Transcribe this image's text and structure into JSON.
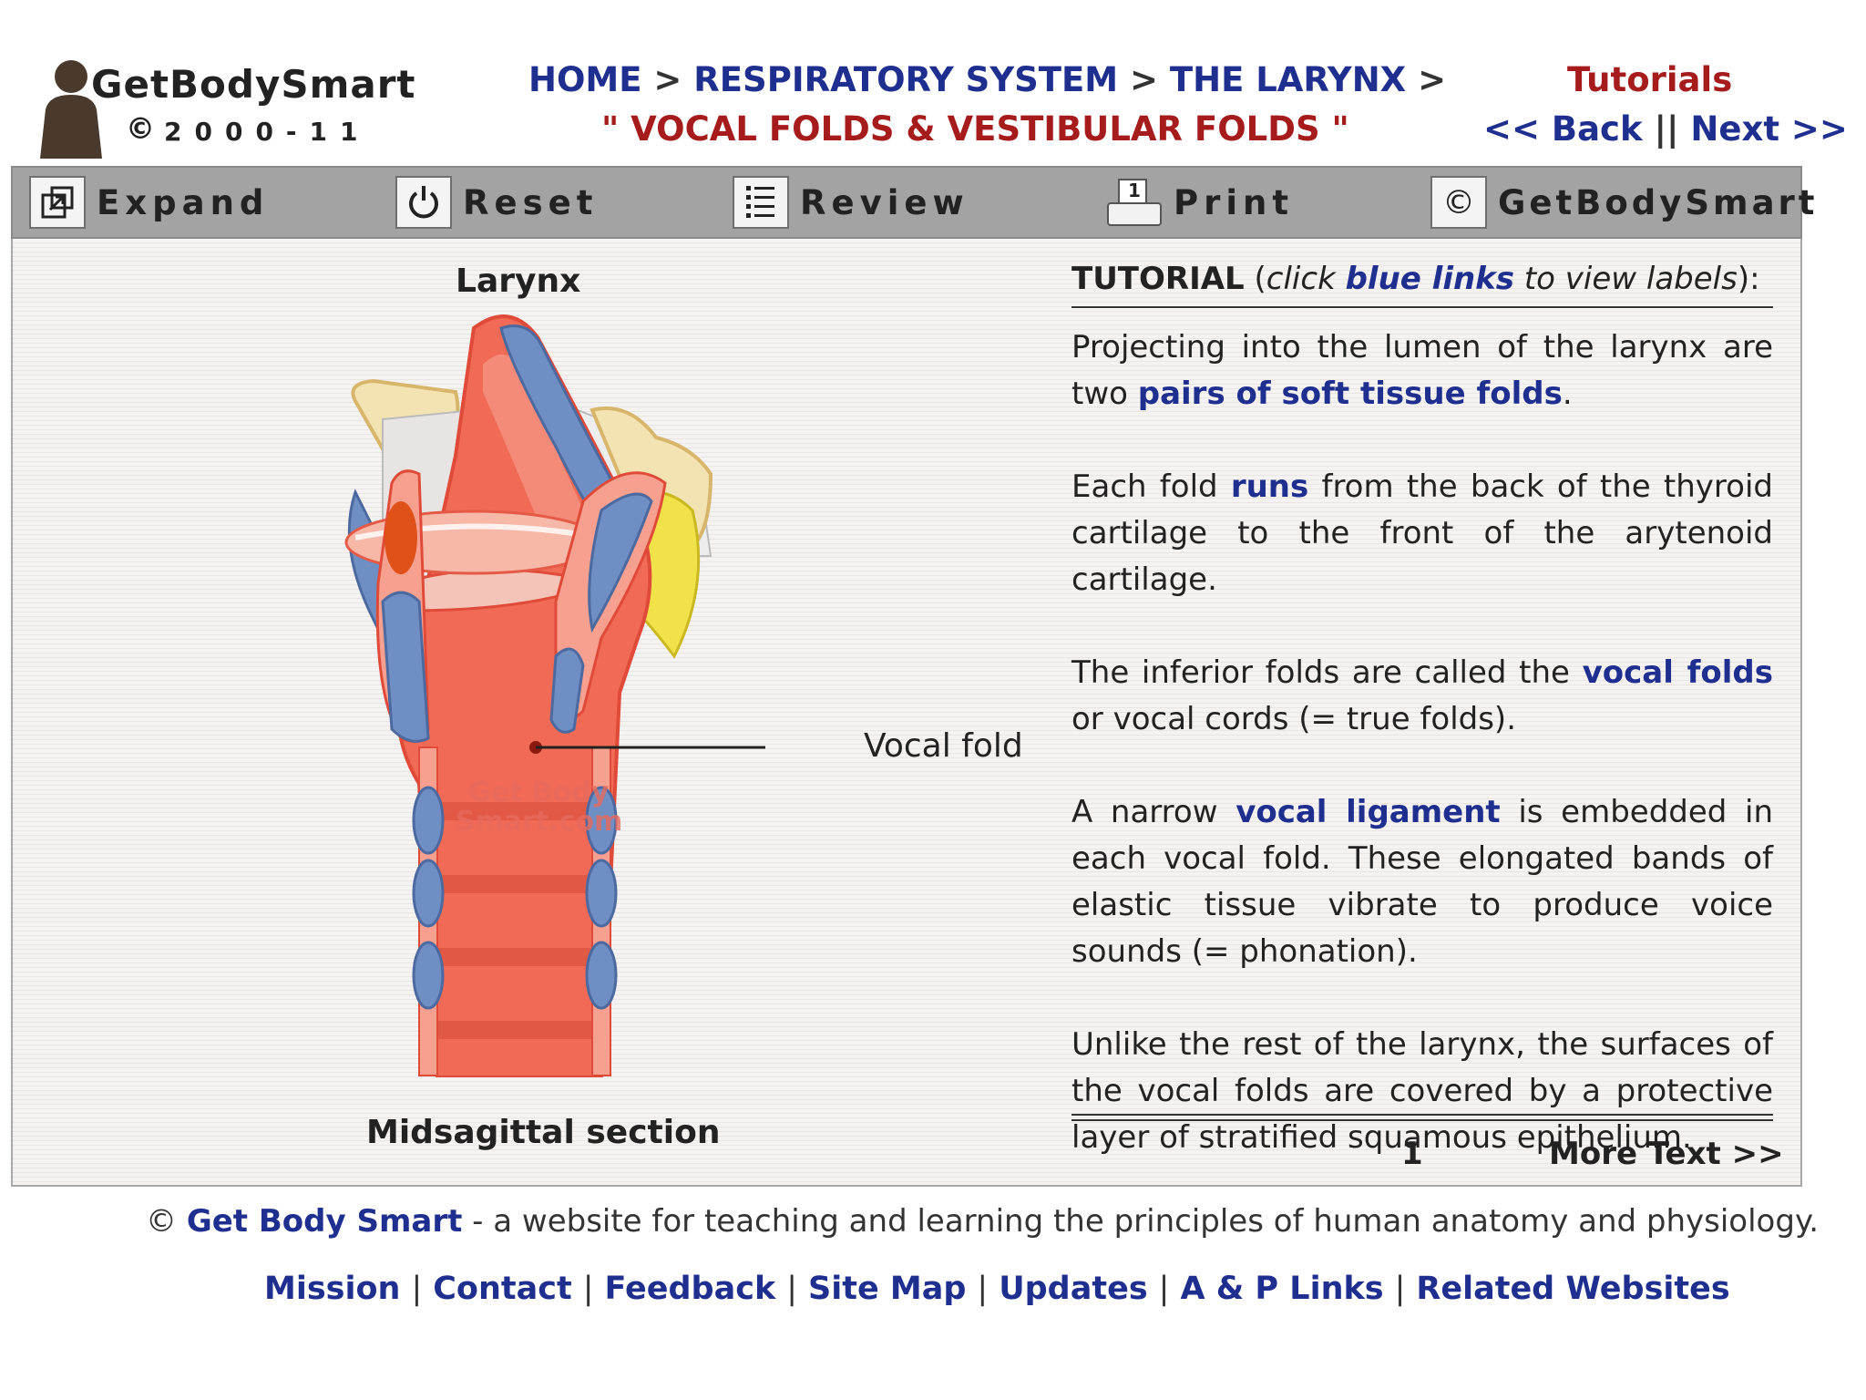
{
  "header": {
    "logo_name": "GetBodySmart",
    "logo_copyright_symbol": "©",
    "logo_years": "2000-11",
    "breadcrumb": {
      "home": "HOME",
      "sep": " > ",
      "system": "RESPIRATORY SYSTEM",
      "topic": "THE LARYNX"
    },
    "subtitle": "\" VOCAL FOLDS & VESTIBULAR FOLDS \"",
    "tutorials_label": "Tutorials",
    "back_label": "<< Back",
    "divider": " || ",
    "next_label": "Next >>"
  },
  "toolbar": {
    "expand": "Expand",
    "reset": "Reset",
    "review": "Review",
    "print": "Print",
    "getbodysmart": "GetBodySmart",
    "print_icon_number": "1",
    "copyright_icon": "©"
  },
  "diagram": {
    "title": "Larynx",
    "caption": "Midsagittal section",
    "label_vocal_fold": "Vocal fold",
    "watermark_line1": "Get Body",
    "watermark_line2": "Smart.com",
    "colors": {
      "tissue": "#f06a55",
      "tissue_light": "#f7a08f",
      "cartilage_blue": "#6f8ec4",
      "cartilage_yellow": "#f2e24a",
      "bone_cream": "#f4e3b2",
      "membrane_grey": "#e8e4e4"
    }
  },
  "tutorial": {
    "heading_bold": "TUTORIAL",
    "heading_open": " (",
    "heading_click": "click ",
    "heading_link": "blue links",
    "heading_rest": " to view labels",
    "heading_close": "):",
    "p1_a": "Projecting into the lumen of the larynx are two ",
    "p1_link": "pairs of soft tissue folds",
    "p1_b": ".",
    "p2_a": "Each fold ",
    "p2_link": "runs",
    "p2_b": " from the back of the thyroid cartilage to the front of the arytenoid cartilage.",
    "p3_a": "The inferior folds are called the ",
    "p3_link": "vocal folds",
    "p3_b": " or vocal cords (= true folds).",
    "p4_a": "A narrow ",
    "p4_link": "vocal ligament",
    "p4_b": " is embedded in each vocal fold. These elongated bands of elastic tissue vibrate to produce voice sounds (= phonation).",
    "p5": "Unlike the rest of the larynx, the surfaces of the vocal folds are covered by a protective layer of stratified squamous epithelium.",
    "page_number": "1",
    "more_text": "More Text >>"
  },
  "footer": {
    "copyright_symbol": "© ",
    "site_name": "Get Body Smart",
    "tagline": " - a website for teaching and learning the principles of human anatomy and physiology.",
    "links": [
      "Mission",
      "Contact",
      "Feedback",
      "Site Map",
      "Updates",
      "A & P Links",
      "Related Websites"
    ],
    "separator": "|"
  }
}
